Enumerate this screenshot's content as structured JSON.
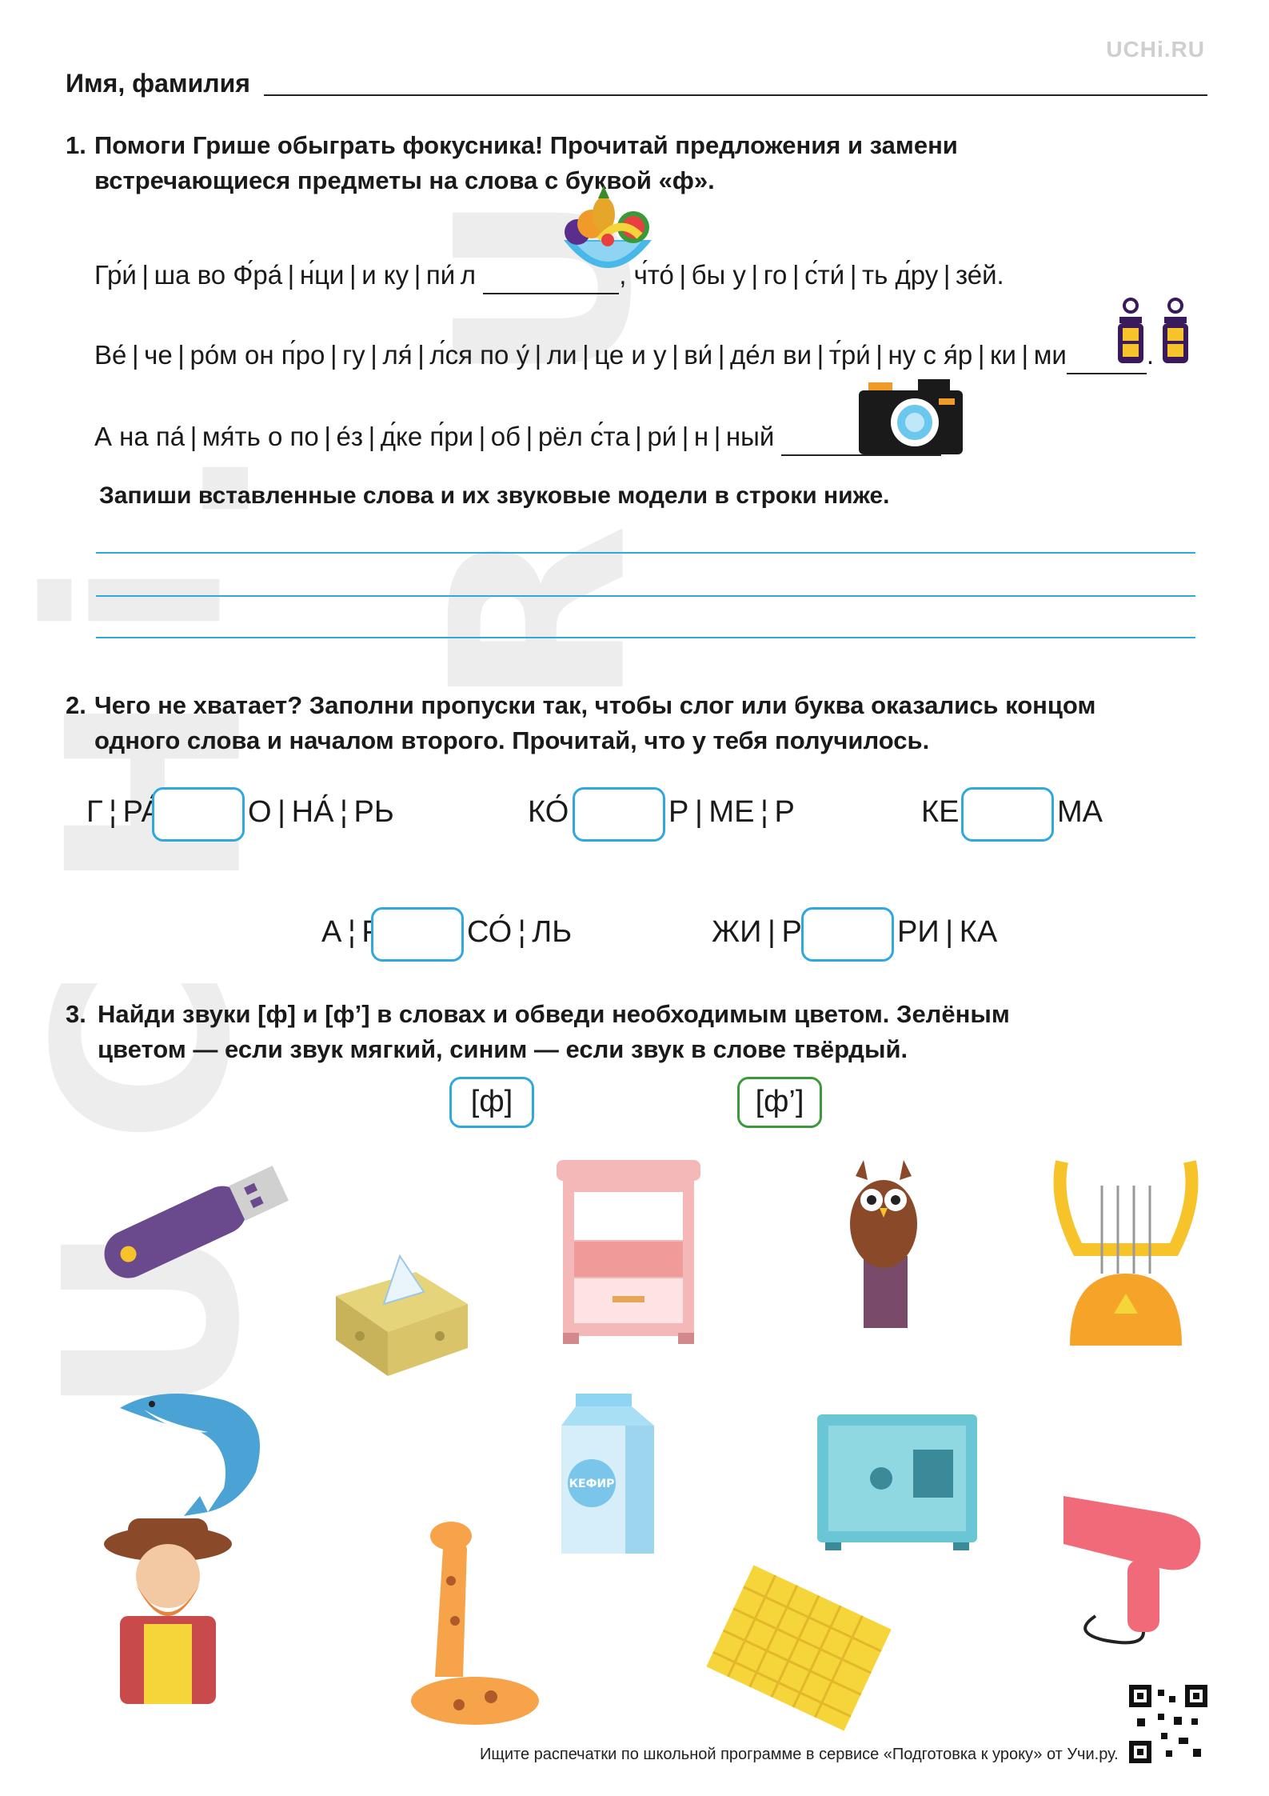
{
  "brand": "UCHi.RU",
  "watermark_letters": [
    "U",
    "C",
    "H",
    "i",
    ".",
    "R",
    "U"
  ],
  "header": {
    "name_label": "Имя, фамилия"
  },
  "task1": {
    "number": "1.",
    "title_line1": "Помоги Грише обыграть фокусника! Прочитай предложения и замени",
    "title_line2": "встречающиеся предметы на слова с буквой «ф».",
    "sentence1_a": "Гр́и́ | ша  во  Ф́ра́ | н́ци | и ку | пи́ л",
    "sentence1_b": ", ч́то́ | бы у | го | с́ти́ | ть д́ру | зе́й.",
    "sentence2_a": "Ве́ | че | ро́м он п́ро | гу | ля́ | л́ся по у́ | ли | це и у | ви́ | де́л ви | т́ри́ | ну с я́р | ки | ми",
    "sentence2_b": ".",
    "sentence3_a": "А на па́ | мя́ть о по | е́з | д́ке п́ри | об | рёл с́та | ри́ | н | ный",
    "sentence3_b": ".",
    "instruction": "Запиши вставленные слова и их звуковые модели в строки ниже."
  },
  "task2": {
    "number": "2.",
    "title_line1": "Чего не хватает? Заполни пропуски так, чтобы слог или буква оказались концом",
    "title_line2": "одного слова и началом второго. Прочитай, что у тебя получилось.",
    "items": [
      {
        "left": "Г ¦ РА́",
        "right": "О | НА́ ¦ РЬ"
      },
      {
        "left": "КО́",
        "right": "Р | МЕ ¦ Р"
      },
      {
        "left": "КЕ",
        "right": "МА"
      },
      {
        "left": "А ¦ Р",
        "right": "СО́ ¦ ЛЬ"
      },
      {
        "left": "ЖИ | Р",
        "right": "РИ | КА"
      }
    ]
  },
  "task3": {
    "number": "3.",
    "title_line1": "Найди звуки [ф] и [ф’] в словах и обведи необходимым цветом. Зелёным",
    "title_line2": "цветом — если звук мягкий, синим — если звук в слове твёрдый.",
    "sound_hard": "[ф]",
    "sound_soft": "[ф’]",
    "kefir_label": "КЕФИР",
    "colors": {
      "hard": "#2fa8e0",
      "soft": "#3a9a3a"
    }
  },
  "footer": "Ищите распечатки по школьной программе в сервисе «Подготовка к уроку» от Учи.ру."
}
